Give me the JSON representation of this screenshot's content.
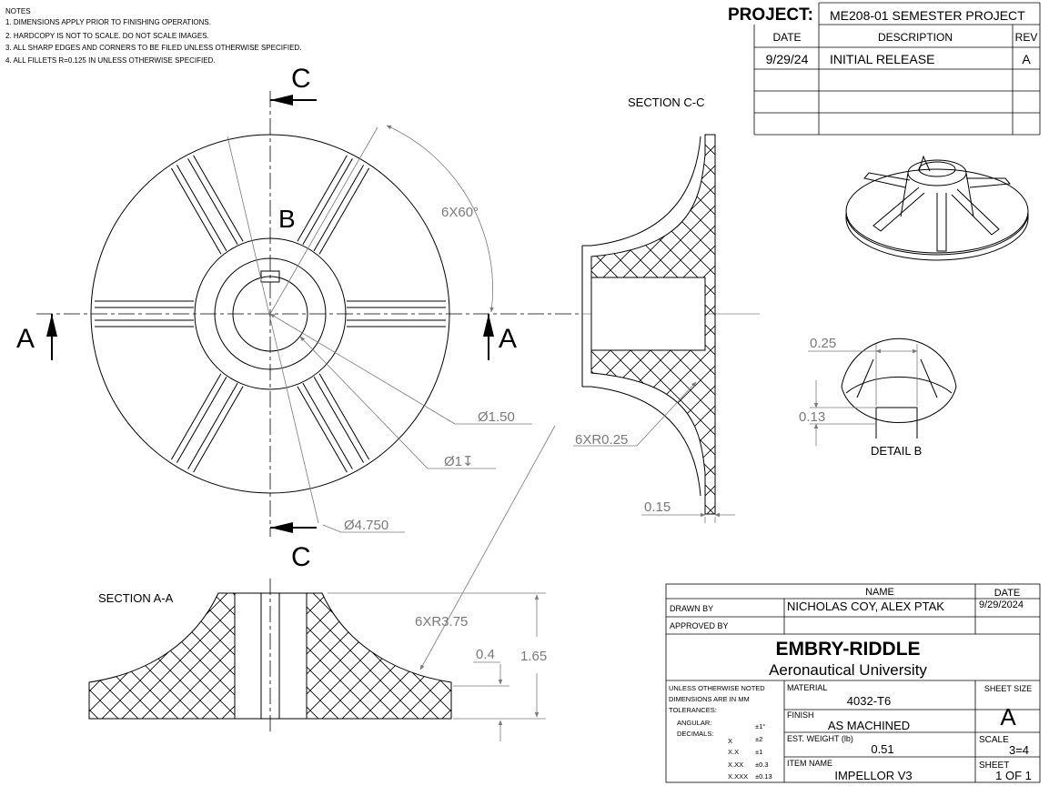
{
  "notes": {
    "heading": "NOTES",
    "items": [
      "1. DIMENSIONS APPLY PRIOR TO FINISHING OPERATIONS.",
      "2. HARDCOPY IS NOT TO SCALE. DO NOT SCALE IMAGES.",
      "3. ALL SHARP EDGES AND CORNERS TO BE FILED UNLESS OTHERWISE SPECIFIED.",
      "4. ALL FILLETS R=0.125 IN UNLESS OTHERWISE SPECIFIED."
    ]
  },
  "revision_block": {
    "project_label": "PROJECT:",
    "project_name": "ME208-01 SEMESTER PROJECT",
    "headers": {
      "date": "DATE",
      "description": "DESCRIPTION",
      "rev": "REV"
    },
    "rows": [
      {
        "date": "9/29/24",
        "description": "INITIAL RELEASE",
        "rev": "A"
      }
    ]
  },
  "views": {
    "section_cut_label": "C",
    "section_cut_label_bottom": "C",
    "section_a_left": "A",
    "section_a_right": "A",
    "detail_callout": "B",
    "section_cc_title": "SECTION C-C",
    "section_aa_title": "SECTION A-A",
    "detail_b_title": "DETAIL B"
  },
  "dimensions": {
    "angle_pattern": "6X60°",
    "dia_hub": "Ø1.50",
    "dia_bore": "Ø1↧",
    "dia_outer": "Ø4.750",
    "fillet_small": "6XR0.25",
    "wall": "0.15",
    "fillet_large": "6XR3.75",
    "rim": "0.4",
    "height": "1.65",
    "key_width": "0.25",
    "key_depth": "0.13"
  },
  "title_block": {
    "name_header": "NAME",
    "date_header": "DATE",
    "drawn_by_label": "DRAWN BY",
    "drawn_by_name": "NICHOLAS COY, ALEX PTAK",
    "drawn_date": "9/29/2024",
    "approved_by_label": "APPROVED BY",
    "org_name": "EMBRY-RIDDLE",
    "org_sub": "Aeronautical University",
    "tol_lines": [
      "UNLESS OTHERWISE NOTED",
      "DIMENSIONS ARE IN MM",
      "TOLERANCES:"
    ],
    "angular_label": "ANGULAR:",
    "angular_value": "±1°",
    "decimals_label": "DECIMALS:",
    "decimals": [
      {
        "fmt": "X",
        "tol": "±2"
      },
      {
        "fmt": "X.X",
        "tol": "±1"
      },
      {
        "fmt": "X.XX",
        "tol": "±0.3"
      },
      {
        "fmt": "X.XXX",
        "tol": "±0.13"
      }
    ],
    "material_label": "MATERIAL",
    "material_value": "4032-T6",
    "finish_label": "FINISH",
    "finish_value": "AS MACHINED",
    "weight_label": "EST. WEIGHT (lb)",
    "weight_value": "0.51",
    "item_label": "ITEM NAME",
    "item_value": "IMPELLOR V3",
    "sheet_size_label": "SHEET SIZE",
    "sheet_size_value": "A",
    "scale_label": "SCALE",
    "scale_value": "3=4",
    "sheet_label": "SHEET",
    "sheet_value": "1 OF 1"
  }
}
